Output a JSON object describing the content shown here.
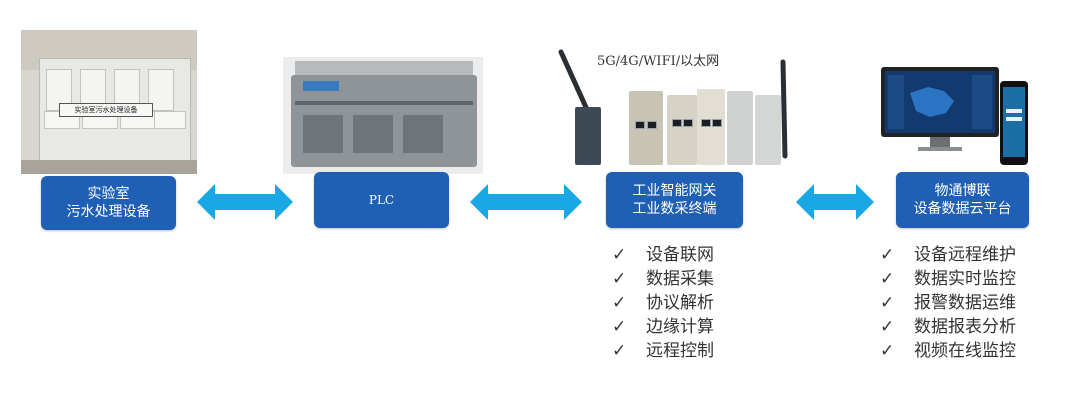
{
  "nodes": {
    "lab": {
      "line1": "实验室",
      "line2": "污水处理设备",
      "plate": "实验室污水处理设备"
    },
    "plc": {
      "label": "PLC"
    },
    "gateway": {
      "line1": "工业智能网关",
      "line2": "工业数采终端",
      "network": "5G/4G/WIFI/以太网"
    },
    "cloud": {
      "line1": "物通博联",
      "line2": "设备数据云平台"
    }
  },
  "gateway_features": [
    {
      "check": "✓",
      "text": "设备联网"
    },
    {
      "check": "✓",
      "text": "数据采集"
    },
    {
      "check": "✓",
      "text": "协议解析"
    },
    {
      "check": "✓",
      "text": "边缘计算"
    },
    {
      "check": "✓",
      "text": "远程控制"
    }
  ],
  "cloud_features": [
    {
      "check": "✓",
      "text": "设备远程维护"
    },
    {
      "check": "✓",
      "text": "数据实时监控"
    },
    {
      "check": "✓",
      "text": "报警数据运维"
    },
    {
      "check": "✓",
      "text": "数据报表分析"
    },
    {
      "check": "✓",
      "text": "视频在线监控"
    }
  ],
  "colors": {
    "box": "#1f5fb4",
    "arrow": "#1aa7e6"
  }
}
